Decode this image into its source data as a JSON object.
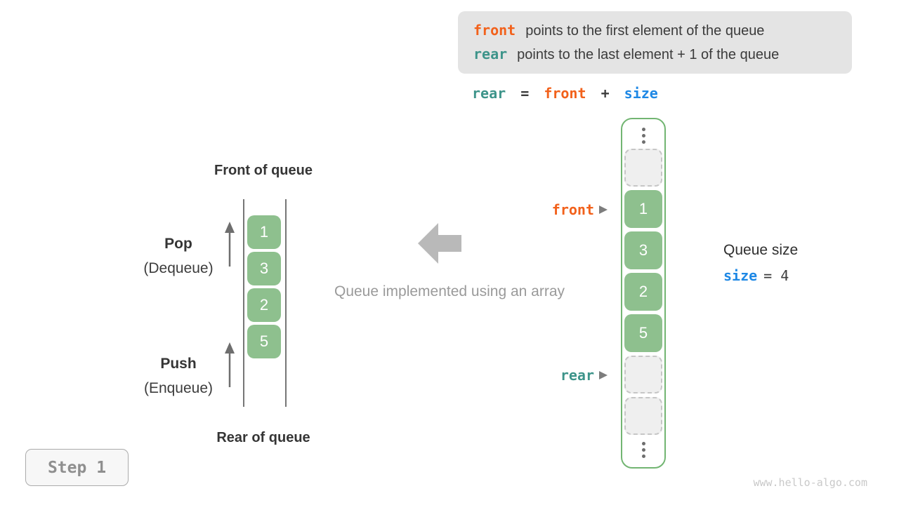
{
  "info_box": {
    "lines": [
      {
        "keyword": "front",
        "text": "points to the first element of the queue"
      },
      {
        "keyword": "rear",
        "text": "points to the last element + 1 of the queue"
      }
    ]
  },
  "formula": {
    "tokens": [
      {
        "t": "rear"
      },
      {
        "t": "="
      },
      {
        "t": "front"
      },
      {
        "t": "+"
      },
      {
        "t": "size"
      }
    ]
  },
  "left_queue": {
    "front_label": "Front of queue",
    "rear_label": "Rear of queue",
    "pop_label": "Pop",
    "pop_sub": "(Dequeue)",
    "push_label": "Push",
    "push_sub": "(Enqueue)",
    "values": [
      "1",
      "3",
      "2",
      "5"
    ]
  },
  "middle": {
    "caption": "Queue implemented using an array"
  },
  "array_column": {
    "front_pointer": "front",
    "rear_pointer": "rear",
    "cells": [
      {
        "type": "empty",
        "value": ""
      },
      {
        "type": "value",
        "value": "1"
      },
      {
        "type": "value",
        "value": "3"
      },
      {
        "type": "value",
        "value": "2"
      },
      {
        "type": "value",
        "value": "5"
      },
      {
        "type": "empty",
        "value": ""
      },
      {
        "type": "empty",
        "value": ""
      }
    ]
  },
  "queue_size": {
    "title": "Queue size",
    "var": "size",
    "eq_value": "= 4"
  },
  "step_badge": "Step 1",
  "watermark": "www.hello-algo.com",
  "colors": {
    "front_orange": "#F2611B",
    "rear_teal": "#3D948A",
    "size_blue": "#1E88E5",
    "cell_green": "#8EC08E",
    "column_border_green": "#72B572",
    "big_arrow_gray": "#B9B9B9",
    "info_box_bg": "#E4E4E4"
  }
}
